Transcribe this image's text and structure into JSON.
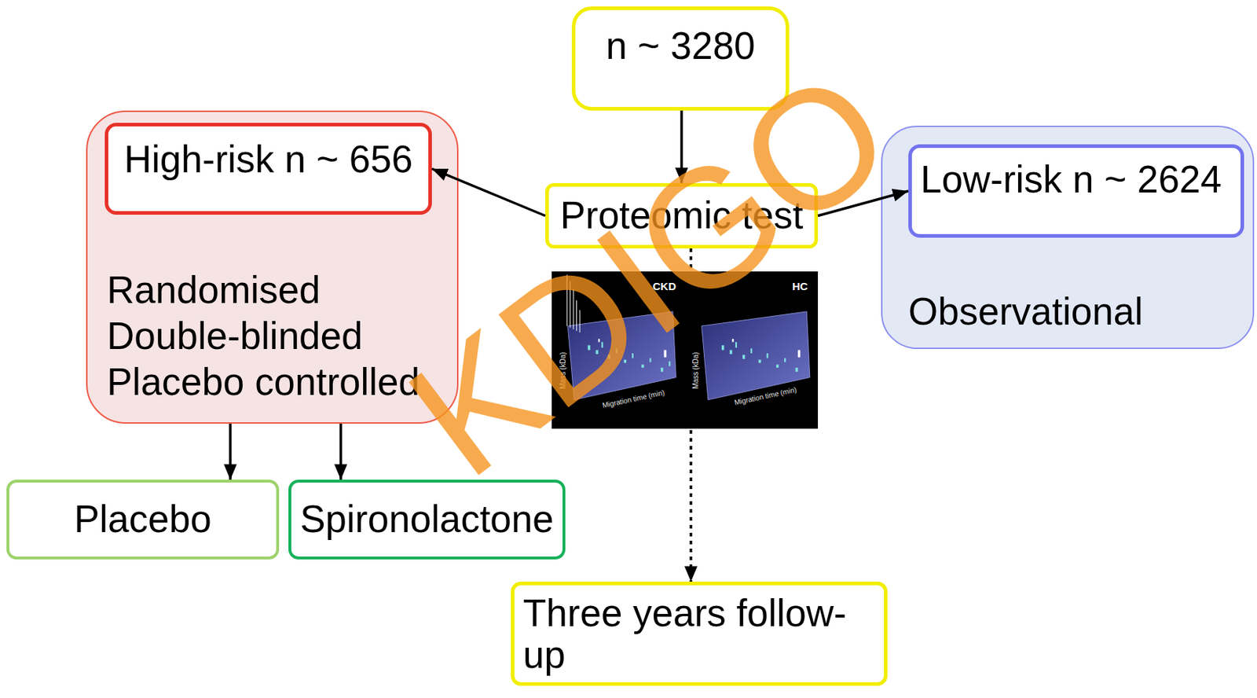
{
  "diagram": {
    "nodes": [
      {
        "text": [
          "n ~ 3280"
        ]
      },
      {
        "text": [
          "Randomised Double-blinded Placebo controlled"
        ]
      },
      {
        "text": [
          "High-risk n ~ 656"
        ],
        "in": 1
      },
      {
        "text": [
          "Observational"
        ]
      },
      {
        "text": [
          "Low-risk n ~ 2624"
        ],
        "in": 3
      },
      {
        "text": [
          "Proteomic test"
        ]
      },
      {
        "text": [
          "Placebo"
        ]
      },
      {
        "text": [
          "Spironolactone"
        ]
      },
      {
        "text": [
          "Three years follow-up"
        ]
      }
    ],
    "edges": [
      {
        "from": 0,
        "to": 5,
        "arrow": "to"
      },
      {
        "from": 5,
        "to": 2,
        "arrow": "to"
      },
      {
        "from": 5,
        "to": 4,
        "arrow": "to"
      },
      {
        "from": 1,
        "to": 6,
        "arrow": "to"
      },
      {
        "from": 1,
        "to": 7,
        "arrow": "to"
      },
      {
        "from": 5,
        "to": 8,
        "arrow": "to"
      }
    ],
    "labels": [
      "KDIGO",
      "CKD",
      "HC",
      "Mass (kDa)",
      "Migration time (min)",
      "Mass (kDa)",
      "Migration time (min)"
    ]
  }
}
